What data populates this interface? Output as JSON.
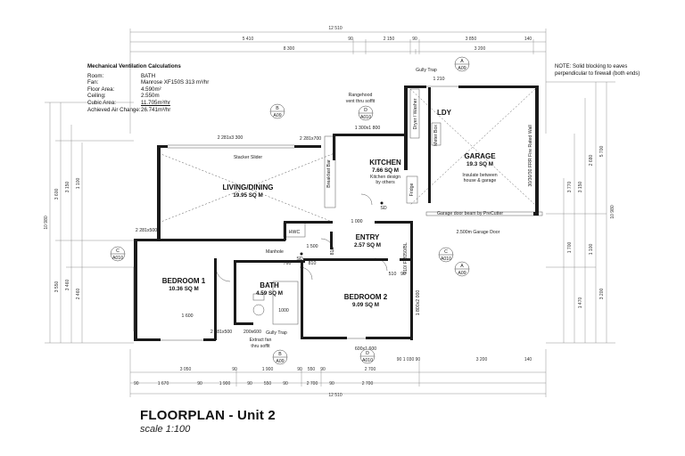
{
  "title": "FLOORPLAN - Unit 2",
  "scale": "scale 1:100",
  "ventilation": {
    "heading": "Mechanical Ventilation Calculations",
    "rows": [
      {
        "label": "Room:",
        "value": "BATH"
      },
      {
        "label": "Fan:",
        "value": "Manrose XF150S 313 m³/hr"
      },
      {
        "label": "Floor Area:",
        "value": "4.590m²"
      },
      {
        "label": "Ceiling:",
        "value": "2.550m"
      },
      {
        "label": "Cubic Area:",
        "value": "11.705m³/hr"
      },
      {
        "label": "Achieved Air Change:",
        "value": "26.741m³/hr"
      }
    ]
  },
  "note": "NOTE: Solid blocking to eaves perpendicular to firewall (both ends)",
  "rooms": [
    {
      "name": "LIVING/DINING",
      "area": "19.95 SQ M"
    },
    {
      "name": "KITCHEN",
      "area": "7.66 SQ M"
    },
    {
      "name": "GARAGE",
      "area": "19.3 SQ M"
    },
    {
      "name": "LDY",
      "area": ""
    },
    {
      "name": "ENTRY",
      "area": "2.57 SQ M"
    },
    {
      "name": "BEDROOM 1",
      "area": "10.36 SQ M"
    },
    {
      "name": "BATH",
      "area": "4.59 SQ M"
    },
    {
      "name": "BEDROOM 2",
      "area": "9.09 SQ M"
    }
  ],
  "labels": {
    "stacker": "Stacker Slider",
    "kitchen_design_1": "Kitchen design",
    "kitchen_design_2": "by others",
    "insulate_1": "Insulate between",
    "insulate_2": "house & garage",
    "firewall": "30/30/30 FRR Fire Rated Wall",
    "door_beam": "Garage door beam by PreCutter",
    "garage_door": "2.500m Garage Door",
    "rangehood_1": "Rangehood",
    "rangehood_2": "vent thru soffit",
    "extract_1": "Extract fan",
    "extract_2": "thru soffit",
    "gully_top": "Gully Trap",
    "gully_bottom": "Gully Trap",
    "breakfast_bar": "Breakfast Bar",
    "hwc": "HWC",
    "manhole": "Manhole",
    "dryer": "Dryer / Washer",
    "meter": "Meter Box",
    "fridge": "Fridge",
    "sd1": "SD",
    "sd2": "SD",
    "bath_ref": "1000"
  },
  "tags": [
    {
      "id": "tag-a-top",
      "letter": "A",
      "sheet": "A09"
    },
    {
      "id": "tag-b-top",
      "letter": "B",
      "sheet": "A09"
    },
    {
      "id": "tag-d-top",
      "letter": "D",
      "sheet": "A010"
    },
    {
      "id": "tag-c-left",
      "letter": "C",
      "sheet": "A010"
    },
    {
      "id": "tag-c-right",
      "letter": "C",
      "sheet": "A010"
    },
    {
      "id": "tag-a-right",
      "letter": "A",
      "sheet": "A09"
    },
    {
      "id": "tag-b-bottom",
      "letter": "B",
      "sheet": "A09"
    },
    {
      "id": "tag-d-bottom",
      "letter": "D",
      "sheet": "A010"
    }
  ],
  "dims": {
    "top_total": "12 510",
    "top_a": "5 410",
    "top_b": "90",
    "top_c": "2 150",
    "top_d": "90",
    "top_e": "3 850",
    "top_f": "140",
    "top2_a": "8 300",
    "top2_b": "3 200",
    "gully_dim": "1 210",
    "kitchen_win": "1 300x1 800",
    "living_win": "2 281x3 300",
    "door_win": "2 281x700",
    "bed_win": "2 281x500",
    "bed1_win": "1 600",
    "bath_win": "2 281x500",
    "bath_win2": "200x600",
    "bed2_win": "600x1 600",
    "bed2_w": "1 800x2 000",
    "entry_d": "1 500",
    "entry_w": "810",
    "manhole_d": "760",
    "sd_d": "1 000",
    "sd_e": "810",
    "door_960": "910/ F/2050/BL",
    "bot_a": "3 050",
    "bot_b": "90",
    "bot_c": "1 900",
    "bot_d": "90",
    "bot_e": "550",
    "bot_f": "90",
    "bot_g": "3 200",
    "bot_h": "140",
    "bot2_a": "90",
    "bot2_b": "1 670",
    "bot2_c": "90",
    "bot2_d": "1 900",
    "bot2_e": "90",
    "bot2_f": "550",
    "bot2_g": "90",
    "bot2_h": "2 700",
    "bot2_i": "90",
    "bot2_j": "2 700",
    "bot_total": "12 510",
    "bot_mid": "2 700",
    "bot_mid2": "510",
    "bot_mid3": "90",
    "bot_mid4": "90 1 030 90",
    "left_total": "10 980",
    "left_a": "3 600",
    "left_b": "3 150",
    "left_c": "3 550",
    "left_d": "3 460",
    "left_e": "2 460",
    "left_f": "1 100",
    "right_total": "10 980",
    "right_a": "5 700",
    "right_b": "2 680",
    "right_c": "3 150",
    "right_d": "3 770",
    "right_e": "3 200",
    "right_f": "1 470",
    "right_g": "1 700",
    "right_h": "1 100"
  }
}
